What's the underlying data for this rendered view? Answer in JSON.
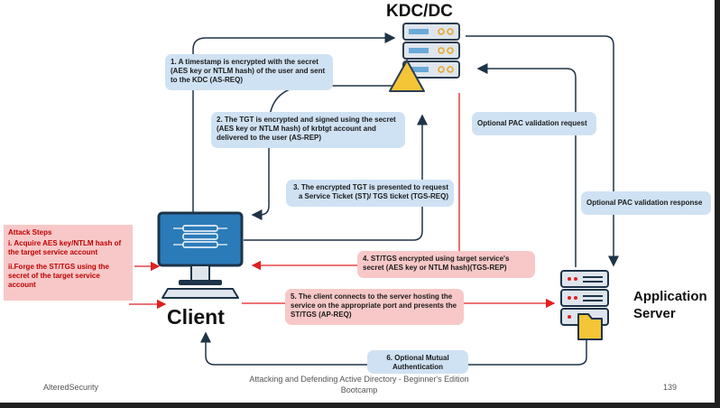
{
  "title": "KDC/DC",
  "client_label": "Client",
  "server_label": "Application Server",
  "steps": {
    "s1": "1. A timestamp is encrypted with the secret (AES key or NTLM hash) of the user and sent to the KDC (AS-REQ)",
    "s2": "2. The TGT is encrypted and signed using the secret (AES key or NTLM hash) of  krbtgt account and delivered to the user (AS-REP)",
    "s3": "3. The encrypted TGT is presented to request a Service Ticket (ST)/ TGS ticket (TGS-REQ)",
    "s4": "4. ST/TGS encrypted using target service's secret (AES key or NTLM hash)(TGS-REP)",
    "s5": "5. The client connects to the server hosting the service on the appropriate port and presents the ST/TGS (AP-REQ)",
    "s6": "6. Optional Mutual Authentication",
    "pac_req": "Optional PAC validation request",
    "pac_resp": "Optional PAC validation response"
  },
  "attack": {
    "heading": "Attack Steps",
    "step1": "i. Acquire AES key/NTLM hash of the target service account",
    "step2": "ii.Forge the ST/TGS using the secret of the target service account"
  },
  "footer": {
    "left": "AlteredSecurity",
    "center": "Attacking and Defending Active Directory - Beginner's Edition Bootcamp",
    "page": "139"
  },
  "colors": {
    "blue_box": "#cfe2f3",
    "pink_box": "#f8c8c8",
    "red_arrow": "#e02020",
    "dark_arrow": "#1f3347"
  },
  "icons": [
    "server-icon",
    "warning-icon",
    "monitor-icon",
    "keyboard-icon",
    "folder-icon"
  ]
}
